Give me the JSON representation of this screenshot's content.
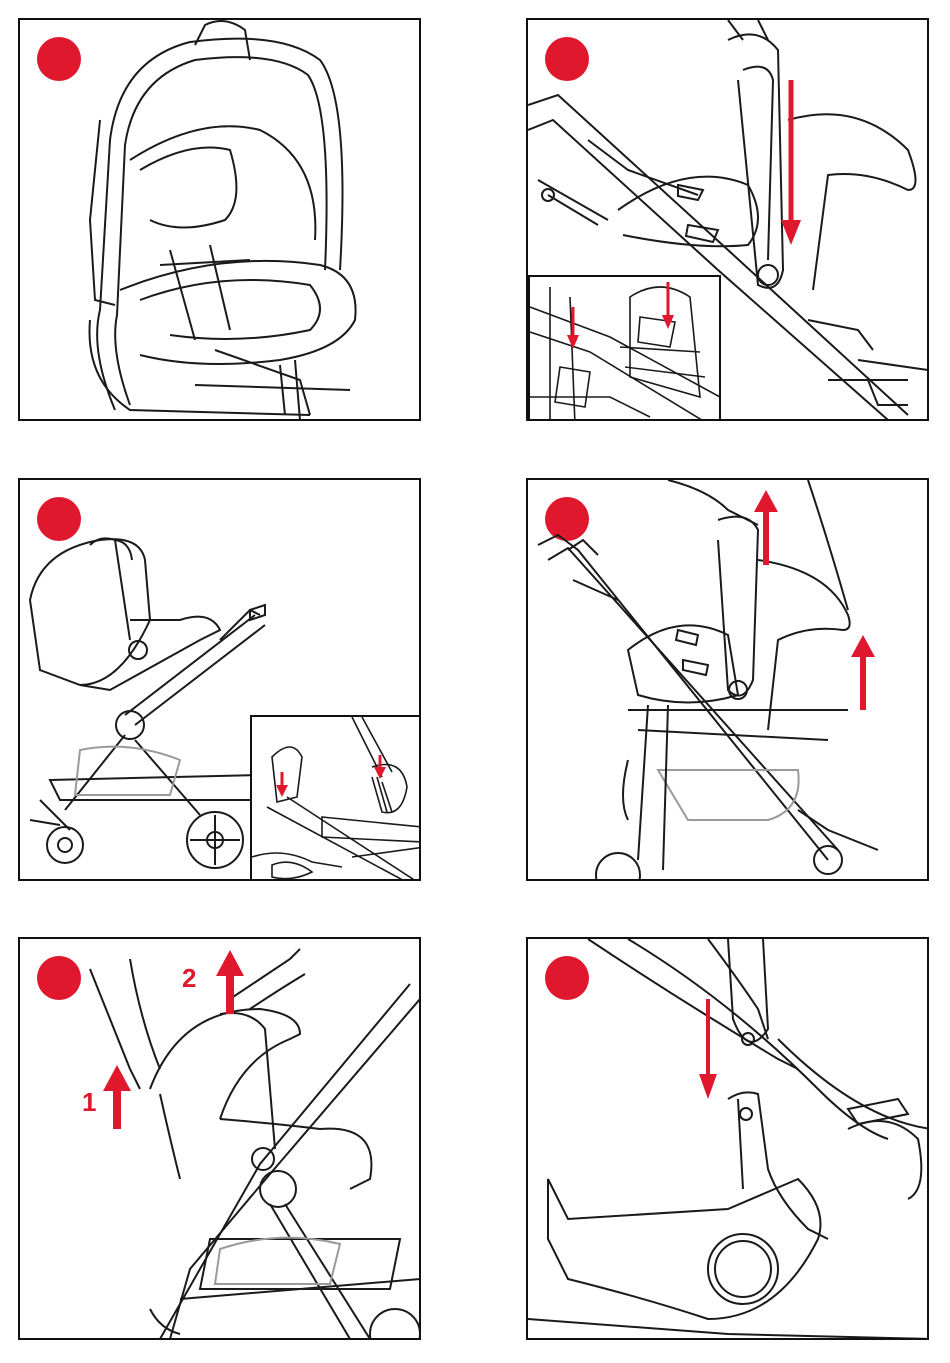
{
  "colors": {
    "accent": "#e0182d",
    "line": "#1a1a1a",
    "mesh": "#9a9a9a"
  },
  "panels": [
    {
      "id": "p1",
      "badge": "red-circle"
    },
    {
      "id": "p2",
      "badge": "red-circle"
    },
    {
      "id": "p3",
      "badge": "red-circle"
    },
    {
      "id": "p4",
      "badge": "red-circle"
    },
    {
      "id": "p5",
      "badge": "red-circle",
      "labels": {
        "first": "1",
        "second": "2"
      }
    },
    {
      "id": "p6",
      "badge": "red-circle"
    }
  ]
}
